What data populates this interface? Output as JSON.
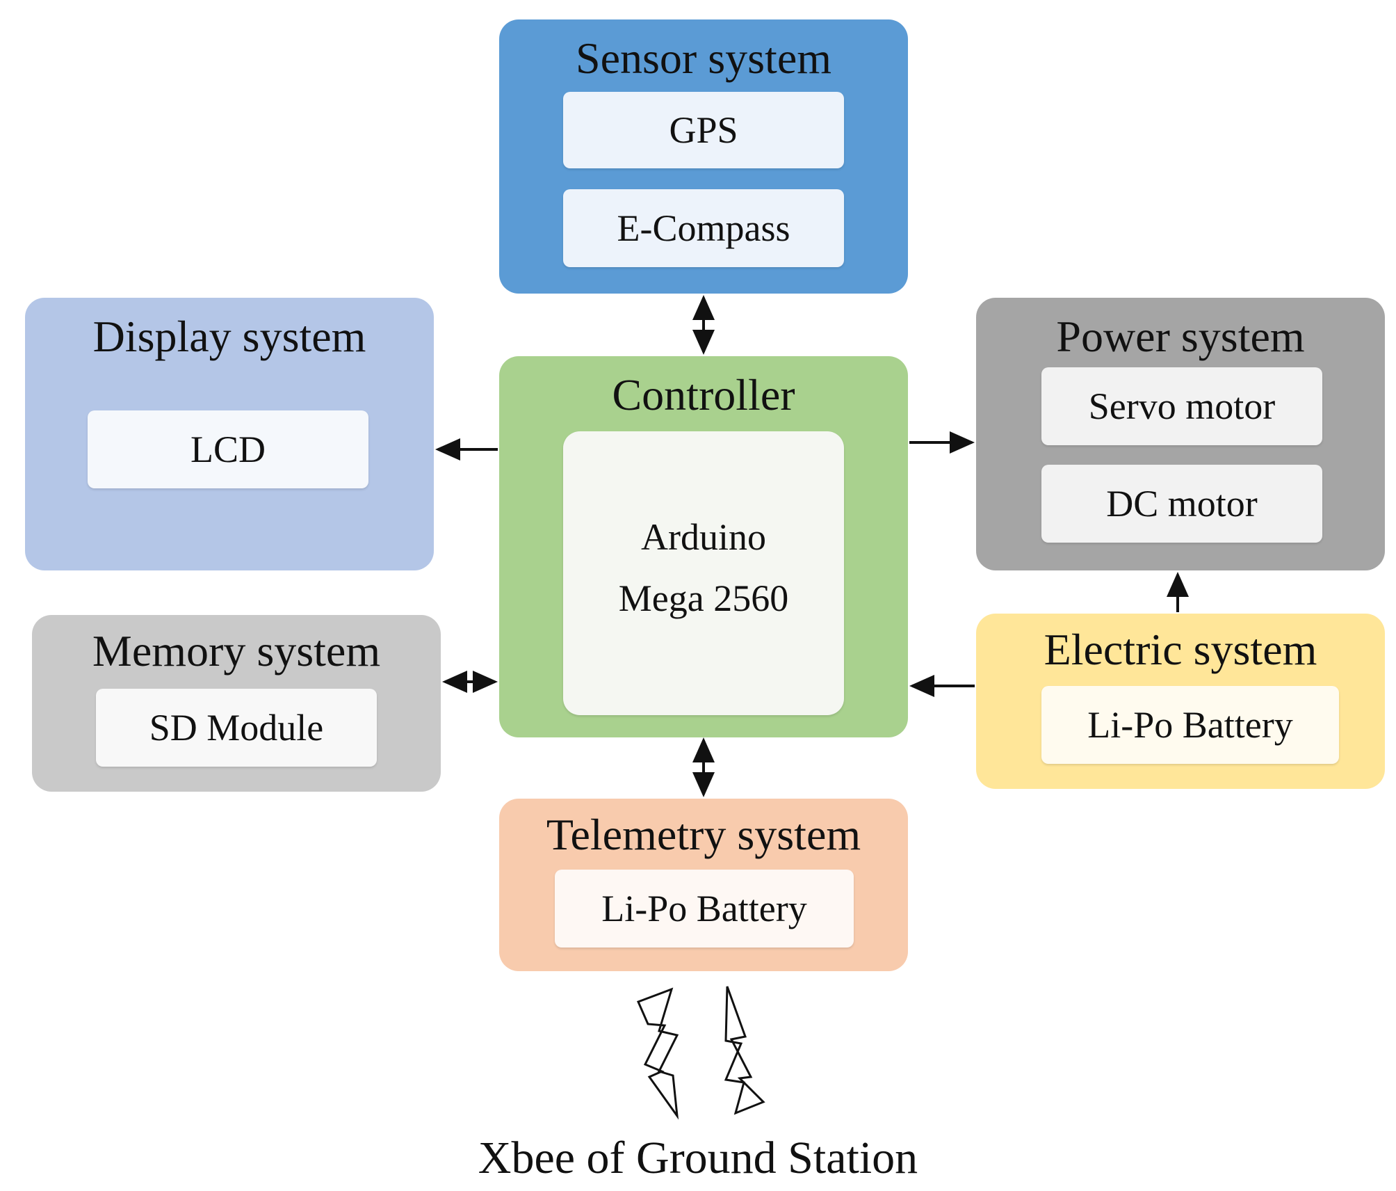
{
  "diagram": {
    "sensor": {
      "title": "Sensor system",
      "items": [
        "GPS",
        "E-Compass"
      ],
      "color": "#5b9bd5"
    },
    "display": {
      "title": "Display system",
      "items": [
        "LCD"
      ],
      "color": "#b4c6e7"
    },
    "controller": {
      "title": "Controller",
      "core_line1": "Arduino",
      "core_line2": "Mega 2560",
      "color": "#a9d18e"
    },
    "power": {
      "title": "Power system",
      "items": [
        "Servo motor",
        "DC motor"
      ],
      "color": "#a5a5a5"
    },
    "memory": {
      "title": "Memory system",
      "items": [
        "SD Module"
      ],
      "color": "#c9c9c9"
    },
    "electric": {
      "title": "Electric system",
      "items": [
        "Li-Po Battery"
      ],
      "color": "#ffe699"
    },
    "telemetry": {
      "title": "Telemetry system",
      "items": [
        "Li-Po Battery"
      ],
      "color": "#f8cbad"
    },
    "ground_label": "Xbee of Ground Station",
    "connections": [
      {
        "from": "controller",
        "to": "sensor",
        "direction": "bidirectional"
      },
      {
        "from": "controller",
        "to": "display",
        "direction": "to"
      },
      {
        "from": "controller",
        "to": "power",
        "direction": "to"
      },
      {
        "from": "controller",
        "to": "memory",
        "direction": "bidirectional"
      },
      {
        "from": "electric",
        "to": "controller",
        "direction": "to"
      },
      {
        "from": "electric",
        "to": "power",
        "direction": "to"
      },
      {
        "from": "controller",
        "to": "telemetry",
        "direction": "bidirectional"
      }
    ]
  }
}
